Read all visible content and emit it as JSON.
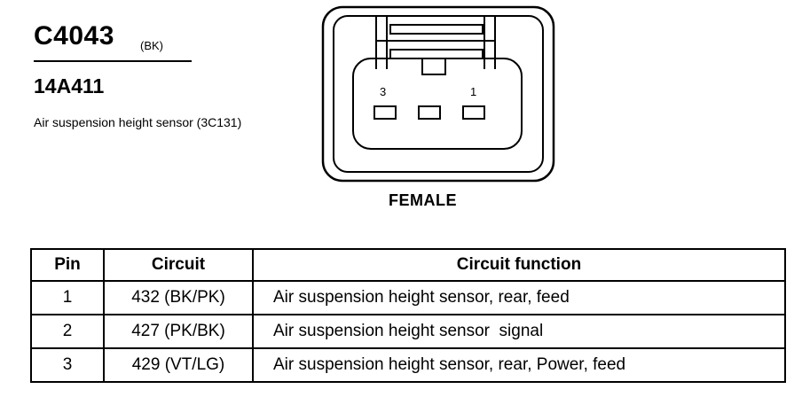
{
  "header": {
    "connector_id": "C4043",
    "connector_color": "(BK)",
    "part_number": "14A411",
    "description": "Air suspension height sensor (3C131)"
  },
  "connector_view": {
    "gender": "FEMALE",
    "pin_labels": [
      "3",
      "1"
    ]
  },
  "table": {
    "headers": [
      "Pin",
      "Circuit",
      "Circuit function"
    ],
    "rows": [
      {
        "pin": "1",
        "circuit": "432 (BK/PK)",
        "function": "Air suspension height sensor, rear, feed"
      },
      {
        "pin": "2",
        "circuit": "427 (PK/BK)",
        "function": "Air suspension height sensor  signal"
      },
      {
        "pin": "3",
        "circuit": "429 (VT/LG)",
        "function": "Air suspension height sensor, rear, Power, feed"
      }
    ]
  }
}
